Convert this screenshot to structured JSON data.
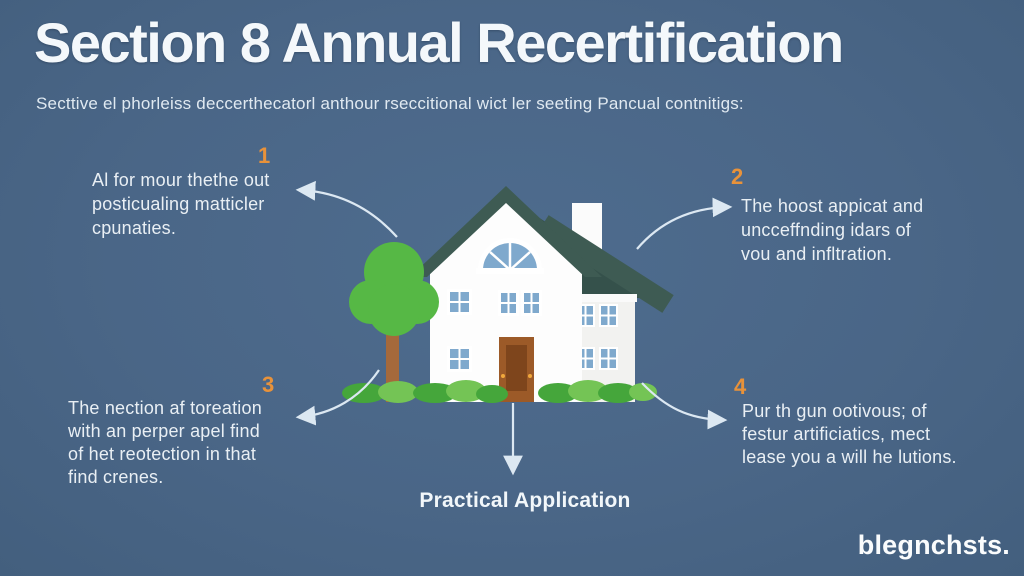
{
  "title": "Section 8 Annual Recertification",
  "subtitle": "Secttive el phorleiss deccerthecatorl anthour rseccitional wict ler seeting Pancual contnitigs:",
  "steps": [
    {
      "number": "1",
      "lines": [
        "Al for mour thethe out",
        "posticualing matticler",
        "cpunaties."
      ]
    },
    {
      "number": "2",
      "lines": [
        "The hoost appicat and",
        "uncceffnding idars of",
        "vou and infltration."
      ]
    },
    {
      "number": "3",
      "lines": [
        "The nection af toreation",
        "with an perper apel find",
        "of het reotection in that",
        "find crenes."
      ]
    },
    {
      "number": "4",
      "lines": [
        "Pur th gun ootivous; of",
        "festur artificiatics, mect",
        "lease you a will he lutions."
      ]
    }
  ],
  "center_label": "Practical Application",
  "brand": "blegnchsts.",
  "illustration": "two-story-house-with-tree-and-bushes",
  "colors": {
    "background": "#4a6687",
    "title_text": "#f4f8fb",
    "body_text": "#e9eff4",
    "step_number": "#e8923a",
    "arrow": "#dce8f2",
    "roof": "#3e5b53",
    "roof_dark": "#35514b",
    "wall": "#fdfdfd",
    "wall_shade": "#f2f2f0",
    "window_glass": "#7fa9cd",
    "door": "#9c5a28",
    "door_panel": "#7e451c",
    "door_handle": "#f0a83c",
    "tree_green": "#56b845",
    "bush_dark": "#45a63b",
    "bush_light": "#74c455",
    "trunk": "#a5693b"
  }
}
